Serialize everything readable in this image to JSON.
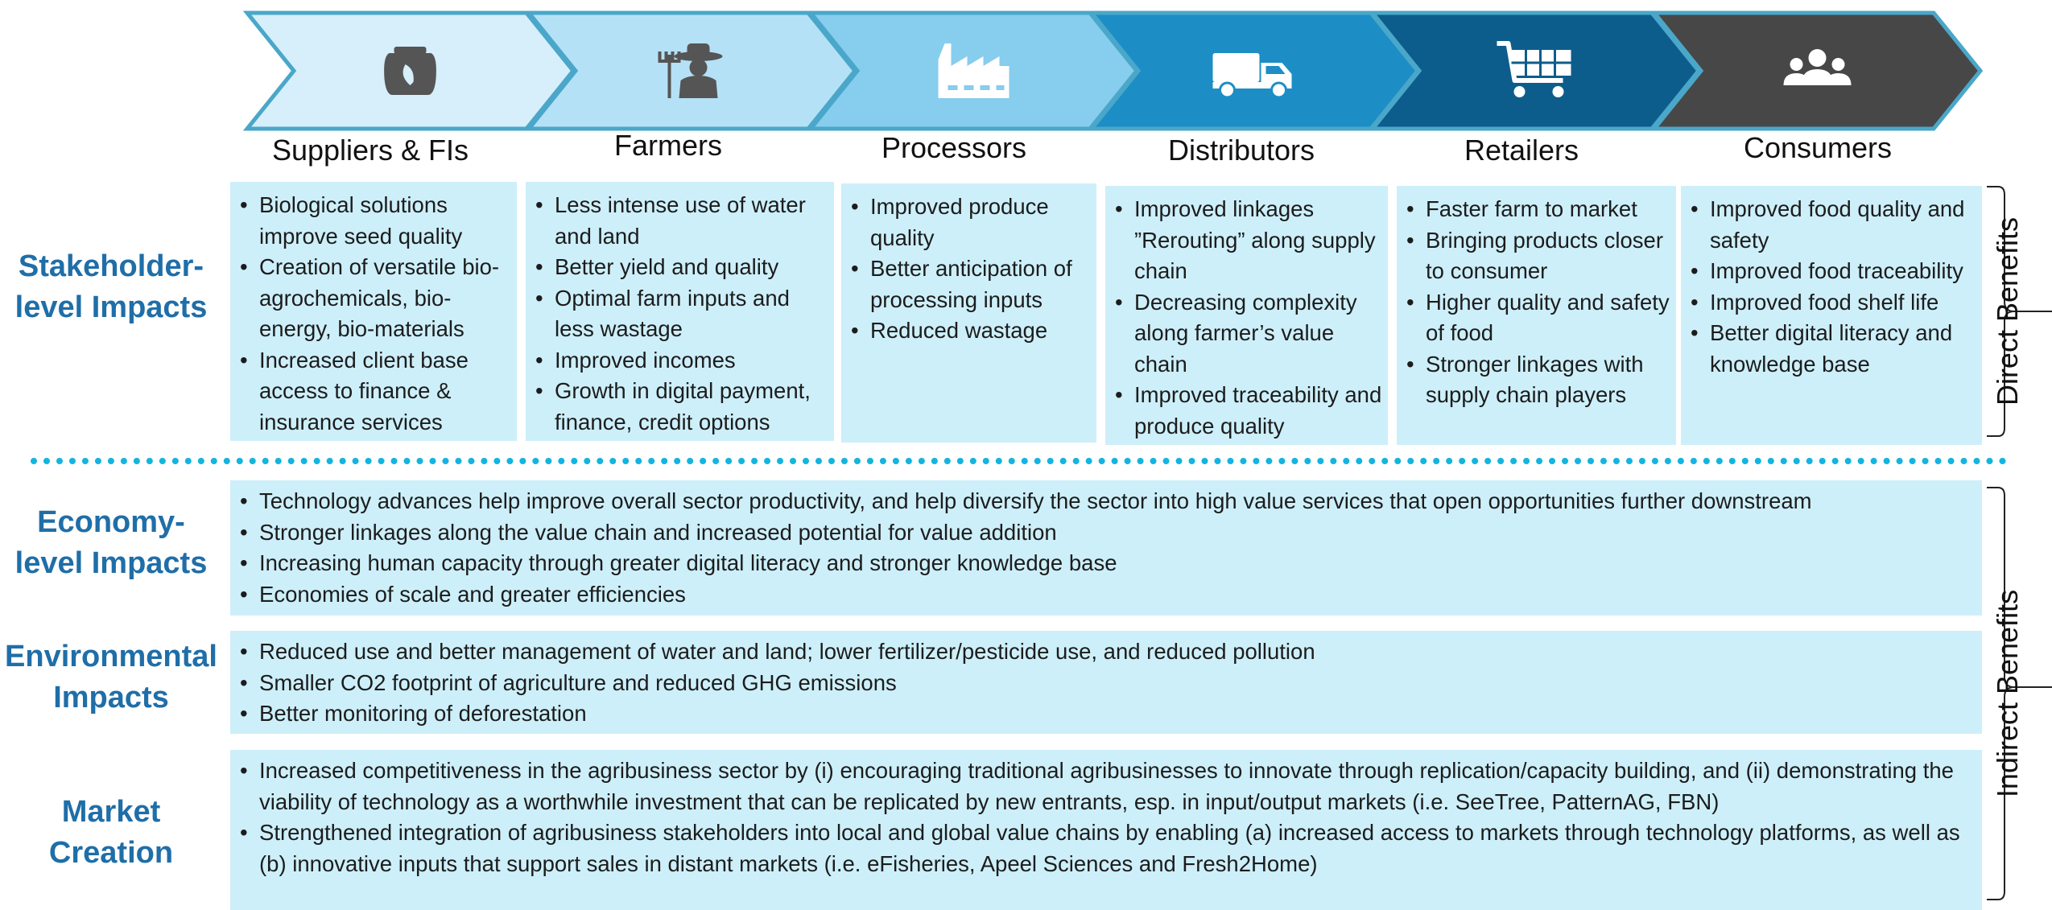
{
  "stages": [
    {
      "name": "Suppliers & FIs",
      "icon": "seed-bag-icon",
      "bullets": [
        "Biological solutions improve seed quality",
        "Creation of versatile bio-agrochemicals, bio-energy, bio-materials",
        "Increased client base access to finance & insurance services"
      ]
    },
    {
      "name": "Farmers",
      "icon": "farmer-icon",
      "bullets": [
        "Less intense use of water and land",
        "Better yield and quality",
        "Optimal farm inputs and less wastage",
        "Improved incomes",
        "Growth in digital payment, finance, credit options"
      ]
    },
    {
      "name": "Processors",
      "icon": "factory-icon",
      "bullets": [
        "Improved produce quality",
        "Better anticipation of processing inputs",
        "Reduced wastage"
      ]
    },
    {
      "name": "Distributors",
      "icon": "truck-icon",
      "bullets": [
        "Improved linkages ”Rerouting” along supply chain",
        "Decreasing complexity along farmer’s value chain",
        "Improved traceability and produce quality"
      ]
    },
    {
      "name": "Retailers",
      "icon": "shopping-cart-icon",
      "bullets": [
        "Faster farm to market",
        "Bringing products closer to consumer",
        "Higher quality and safety of food",
        "Stronger linkages with supply chain players"
      ]
    },
    {
      "name": "Consumers",
      "icon": "people-group-icon",
      "bullets": [
        "Improved food quality and safety",
        "Improved food traceability",
        "Improved food shelf life",
        "Better digital literacy and knowledge base"
      ]
    }
  ],
  "stakeholder_label": [
    "Stakeholder-",
    "level Impacts"
  ],
  "rows": [
    {
      "label": [
        "Economy-",
        "level Impacts"
      ],
      "bullets": [
        "Technology advances help improve overall sector productivity, and help diversify the sector into high value services that open opportunities further downstream",
        "Stronger linkages along the value chain and increased potential for value addition",
        "Increasing human capacity through greater digital literacy and stronger knowledge base",
        "Economies of scale and greater efficiencies"
      ]
    },
    {
      "label": [
        "Environmental",
        "Impacts"
      ],
      "bullets": [
        "Reduced use and better management of water and land; lower fertilizer/pesticide use, and reduced pollution",
        "Smaller CO2 footprint of agriculture and reduced GHG emissions",
        "Better monitoring of deforestation"
      ]
    },
    {
      "label": [
        "Market",
        "Creation"
      ],
      "bullets": [
        "Increased competitiveness in the agribusiness sector by (i) encouraging traditional agribusinesses to innovate through replication/capacity building, and (ii) demonstrating the viability of technology as a worthwhile investment that can be replicated by new entrants, esp. in input/output markets (i.e. SeeTree, PatternAG, FBN)",
        "Strengthened integration of agribusiness stakeholders into local and global value chains by enabling (a) increased access to markets through technology platforms, as well as (b) innovative inputs that support sales in distant markets (i.e. eFisheries, Apeel Sciences and Fresh2Home)"
      ]
    }
  ],
  "side_labels": {
    "direct": "Direct Benefits",
    "indirect": "Indirect Benefits"
  },
  "colors": {
    "chevron_fills": [
      "#d6effa",
      "#b5e1f6",
      "#86cdee",
      "#1c8ec5",
      "#0c5d8c",
      "#474747"
    ],
    "chevron_stroke": "#4aa7c9",
    "icon_fills": [
      "#555555",
      "#555555",
      "#ffffff",
      "#ffffff",
      "#ffffff",
      "#ffffff"
    ],
    "box_fill": "#cdeffa",
    "label_color": "#1f6ea8",
    "divider": "#14b4e0"
  }
}
